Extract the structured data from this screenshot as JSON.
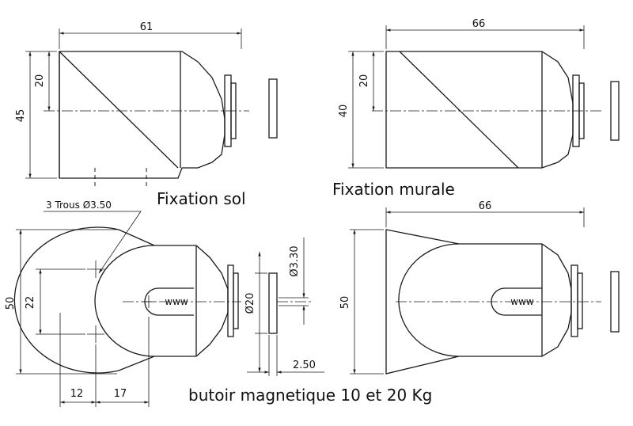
{
  "captions": {
    "floor": "Fixation sol",
    "wall": "Fixation murale",
    "product": "butoir magnetique 10 et 20 Kg"
  },
  "top_left": {
    "width": "61",
    "height_total": "45",
    "height_half": "20"
  },
  "top_right": {
    "width": "66",
    "height_total": "40",
    "height_half": "20"
  },
  "bottom_left": {
    "holes_note": "3 Trous Ø3.50",
    "height_total": "50",
    "hole_spacing": "22",
    "offset_a": "12",
    "offset_b": "17",
    "disc_diameter": "Ø20",
    "hole_diameter": "Ø3.30",
    "disc_thickness": "2.50"
  },
  "bottom_right": {
    "width": "66",
    "height_total": "50"
  },
  "colors": {
    "line": "#1a1a1a",
    "background": "#ffffff"
  }
}
